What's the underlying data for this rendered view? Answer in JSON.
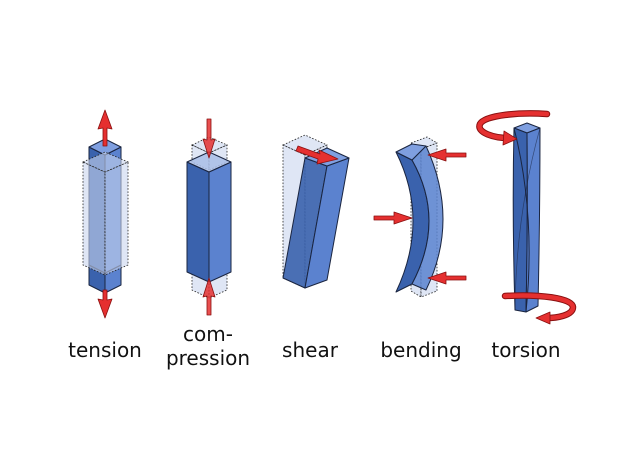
{
  "title": "Types of mechanical loading",
  "colors": {
    "bar_front": "#5b82cf",
    "bar_side": "#3a62ad",
    "bar_top": "#7f9fe0",
    "ghost": "#c9d6ee",
    "arrow": "#e53030",
    "text": "#111111"
  },
  "panels": [
    {
      "id": "tension",
      "label_lines": [
        "tension"
      ],
      "arrows": "pull outward (up and down)"
    },
    {
      "id": "compression",
      "label_lines": [
        "com-",
        "pression"
      ],
      "arrows": "push inward (down and up)"
    },
    {
      "id": "shear",
      "label_lines": [
        "shear"
      ],
      "arrows": "lateral force at top"
    },
    {
      "id": "bending",
      "label_lines": [
        "bending"
      ],
      "arrows": "three-point load (two right, one left)"
    },
    {
      "id": "torsion",
      "label_lines": [
        "torsion"
      ],
      "arrows": "opposing rotation at ends"
    }
  ]
}
